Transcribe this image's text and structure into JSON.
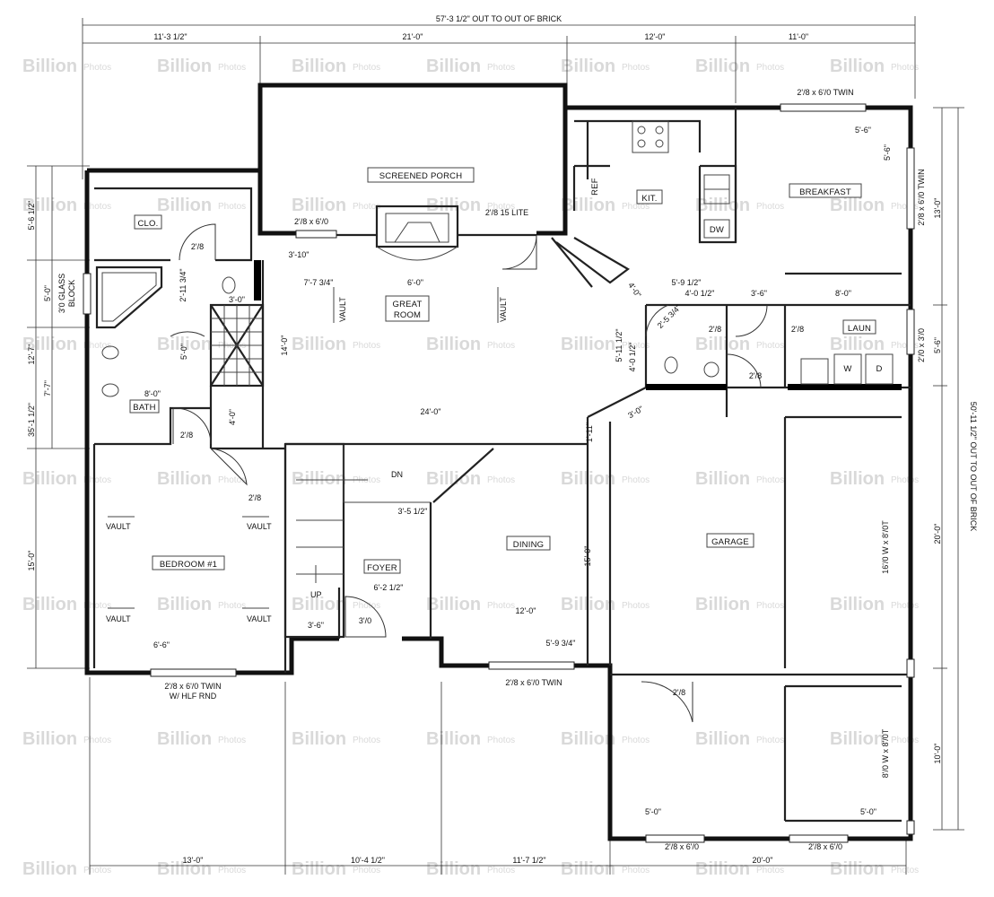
{
  "overall": {
    "top_width": "57'-3 1/2\" OUT TO OUT OF BRICK",
    "right_depth": "50'-11 1/2\" OUT TO OUT OF BRICK"
  },
  "dims_top": [
    "11'-3 1/2\"",
    "21'-0\"",
    "12'-0\"",
    "11'-0\""
  ],
  "dims_bottom": [
    "13'-0\"",
    "10'-4 1/2\"",
    "11'-7 1/2\"",
    "20'-0\""
  ],
  "dims_left": [
    "5'-6 1/2\"",
    "5'-0\"",
    "12'-7\"",
    "7'-7\"",
    "35'-1 1/2\"",
    "15'-0\""
  ],
  "left_glass": [
    "3'0 GLASS",
    "BLOCK"
  ],
  "dims_right": [
    "13'-0\"",
    "5'-6\"",
    "20'-0\"",
    "10'-0\""
  ],
  "rooms": {
    "screened_porch": "SCREENED PORCH",
    "clo": "CLO.",
    "kit": "KIT.",
    "ref": "REF",
    "dw": "DW",
    "breakfast": "BREAKFAST",
    "great_room": [
      "GREAT",
      "ROOM"
    ],
    "bath": "BATH",
    "laun": "LAUN",
    "w": "W",
    "d": "D",
    "dining": "DINING",
    "garage": "GARAGE",
    "bedroom": "BEDROOM #1",
    "foyer": "FOYER",
    "dn": "DN",
    "up": "UP"
  },
  "vault": "VAULT",
  "windows": {
    "porch_window": "2'/8 x 6'/0",
    "porch_lite": "2'/8 15 LITE",
    "breakfast_twin": "2'/8 x 6'/0 TWIN",
    "breakfast_side_twin": "2'/8 x 6'/0 TWIN",
    "laun_window": "2'/0 x 3'/0",
    "bedroom_twin": [
      "2'/8 x 6'/0 TWIN",
      "W/ HLF RND"
    ],
    "dining_twin": "2'/8 x 6'/0 TWIN",
    "garage_left": "2'/8 x 6'/0",
    "garage_right": "2'/8 x 6'/0",
    "garage_door_big": "16'/0 W x 8'/0T",
    "garage_door_small": "8'/0 W x 8'/0T"
  },
  "interior_dims": {
    "d_5_6": "5'-6\"",
    "d_5_6b": "5'-6\"",
    "d_3_10": "3'-10\"",
    "d_7_7_3_4": "7'-7 3/4\"",
    "d_6_0": "6'-0\"",
    "d_2_11_3_4": "2'-11 3/4\"",
    "d_3_0": "3'-0\"",
    "d_5_0": "5'-0\"",
    "d_8_0": "8'-0\"",
    "d_4_0": "4'-0\"",
    "d_14_0": "14'-0\"",
    "d_24_0": "24'-0\"",
    "d_1_11": "1'-11\"",
    "d_5_9_1_2": "5'-9 1/2\"",
    "d_4_0_1_2": "4'-0 1/2\"",
    "d_3_6": "3'-6\"",
    "d_8_0b": "8'-0\"",
    "d_4_0b": "4'-0\"",
    "d_2_5_3_4": "2'-5 3/4\"",
    "d_5_11_1_2": "5'-11 1/2\"",
    "d_4_0_1_2b": "4'-0 1/2\"",
    "d_3_0b": "3'-0\"",
    "d_3_5_1_2": "3'-5 1/2\"",
    "d_6_2_1_2": "6'-2 1/2\"",
    "d_3_6b": "3'-6\"",
    "d_15_0": "15'-0\"",
    "d_12_0": "12'-0\"",
    "d_5_9_3_4": "5'-9 3/4\"",
    "d_6_6": "6'-6\"",
    "d_5_0a": "5'-0\"",
    "d_5_0b": "5'-0\""
  },
  "doors": {
    "d28_clo": "2'/8",
    "d28_bath": "2'/8",
    "d28_bed": "2'/8",
    "d28_hall1": "2'/8",
    "d28_hall2": "2'/8",
    "d28_hall3": "2'/8",
    "d28_garage": "2'/8",
    "d30_foyer": "3'/0"
  },
  "watermark": {
    "big": "Billion",
    "small": "Photos"
  }
}
